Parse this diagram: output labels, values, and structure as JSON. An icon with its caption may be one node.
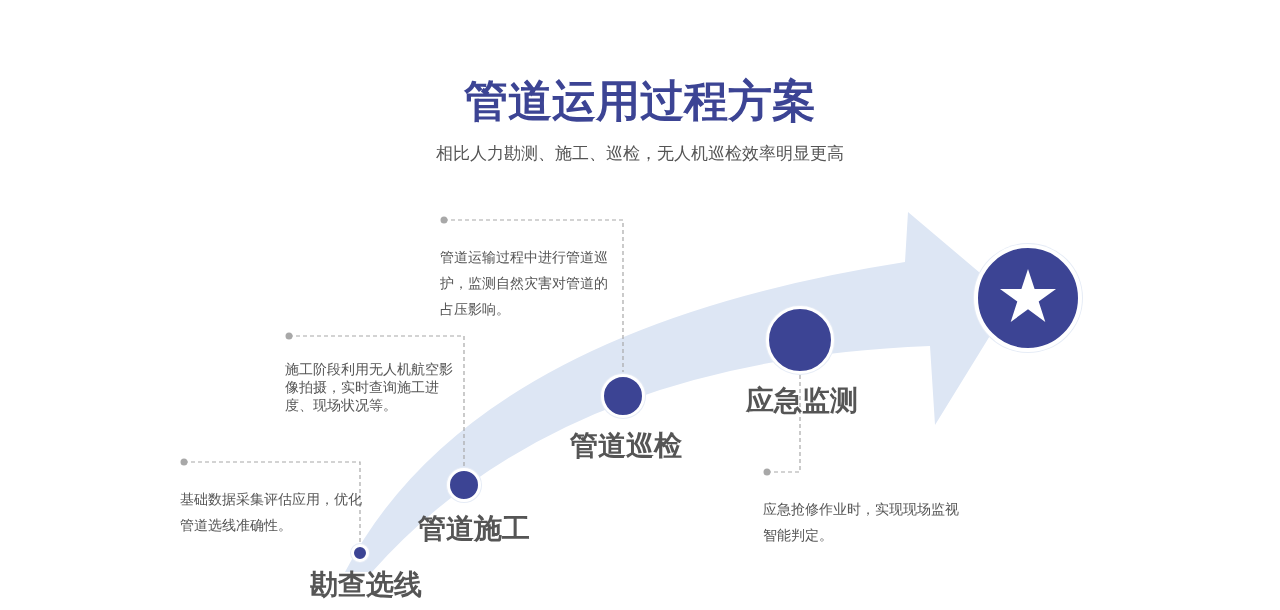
{
  "diagram": {
    "title": "管道运用过程方案",
    "nodes": [
      {
        "text": [
          "勘查选线"
        ]
      },
      {
        "text": [
          "管道施工"
        ]
      },
      {
        "text": [
          "管道巡检"
        ]
      },
      {
        "text": [
          "应急监测"
        ]
      },
      {
        "text": [],
        "shape": "circle"
      },
      {
        "text": [
          "基础数据采集评估应用，优化管道选线准确性。"
        ]
      },
      {
        "text": [
          "施工阶段利用无人机航空影像拍摄，实时查询施工进度、现场状况等。"
        ]
      },
      {
        "text": [
          "管道运输过程中进行管道巡护，监测自然灾害对管道的占压影响。"
        ]
      },
      {
        "text": [
          "应急抢修作业时，实现现场监视智能判定。"
        ]
      }
    ],
    "edges": [
      {
        "from": 5,
        "to": 0,
        "arrow": "other",
        "style": "dashed"
      },
      {
        "from": 6,
        "to": 1,
        "arrow": "other",
        "style": "dashed"
      },
      {
        "from": 7,
        "to": 2,
        "arrow": "other",
        "style": "dashed"
      },
      {
        "from": 8,
        "to": 3,
        "arrow": "other",
        "style": "dashed"
      }
    ],
    "labels": [
      "相比人力勘测、施工、巡检，无人机巡检效率明显更高"
    ]
  }
}
